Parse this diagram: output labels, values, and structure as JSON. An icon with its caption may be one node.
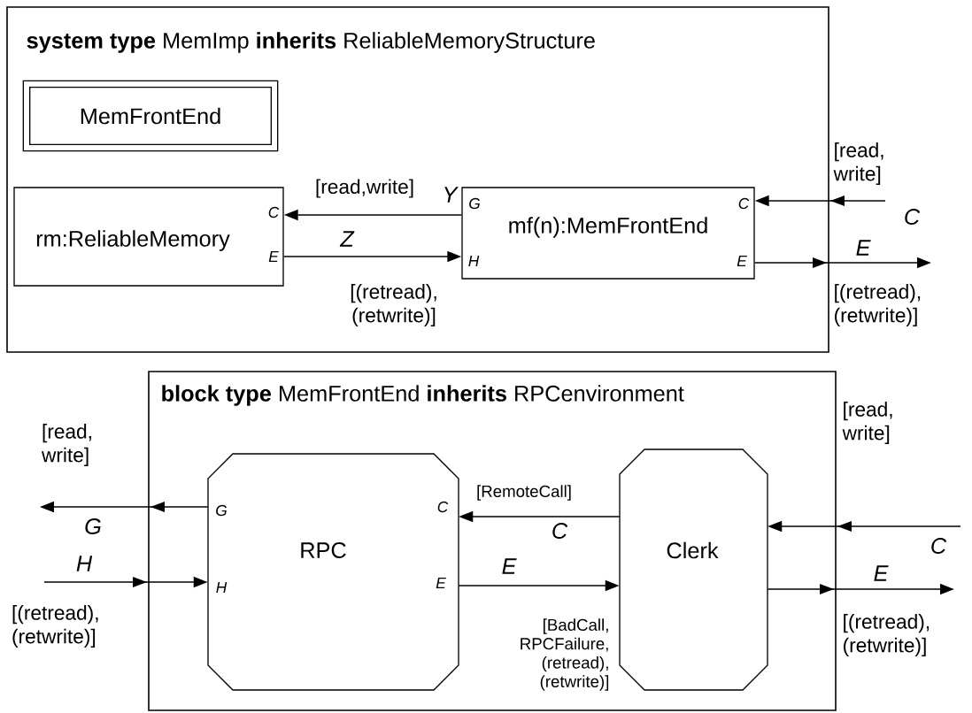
{
  "diagram": {
    "nodes": [
      {
        "text": [
          "**system type** MemImp **inherits** ReliableMemoryStructure"
        ]
      },
      {
        "text": [
          "MemFrontEnd"
        ],
        "in": 0
      },
      {
        "text": [
          "rm:ReliableMemory",
          "C",
          "E"
        ],
        "in": 0
      },
      {
        "text": [
          "mf(n):MemFrontEnd",
          "G",
          "H",
          "C",
          "E"
        ],
        "in": 0
      },
      {
        "text": [
          "**block type** MemFrontEnd **inherits** RPCenvironment"
        ]
      },
      {
        "text": [
          "RPC",
          "G",
          "H",
          "C",
          "E"
        ],
        "in": 4
      },
      {
        "text": [
          "Clerk"
        ],
        "in": 4
      }
    ],
    "edges": [
      {
        "from": 3,
        "to": 2,
        "arrow": "to",
        "label": "[read,write]"
      },
      {
        "from": 2,
        "to": 3,
        "arrow": "to",
        "label": "[(retread), (retwrite)]"
      },
      {
        "from": null,
        "to": 3,
        "arrow": "to",
        "label": "[read, write]"
      },
      {
        "from": 3,
        "to": null,
        "arrow": "to",
        "label": "[(retread), (retwrite)]"
      },
      {
        "from": 5,
        "to": null,
        "arrow": "to",
        "label": "[read, write]"
      },
      {
        "from": null,
        "to": 5,
        "arrow": "to",
        "label": "[(retread), (retwrite)]"
      },
      {
        "from": 6,
        "to": 5,
        "arrow": "to",
        "label": "[RemoteCall]"
      },
      {
        "from": 5,
        "to": 6,
        "arrow": "to",
        "label": "[BadCall, RPCFailure, (retread), (retwrite)]"
      },
      {
        "from": null,
        "to": 6,
        "arrow": "to",
        "label": "[read, write]"
      },
      {
        "from": 6,
        "to": null,
        "arrow": "to",
        "label": "[(retread), (retwrite)]"
      }
    ],
    "labels": [
      "Y",
      "Z",
      "C",
      "E",
      "G",
      "H",
      "C",
      "E",
      "C",
      "E"
    ]
  }
}
